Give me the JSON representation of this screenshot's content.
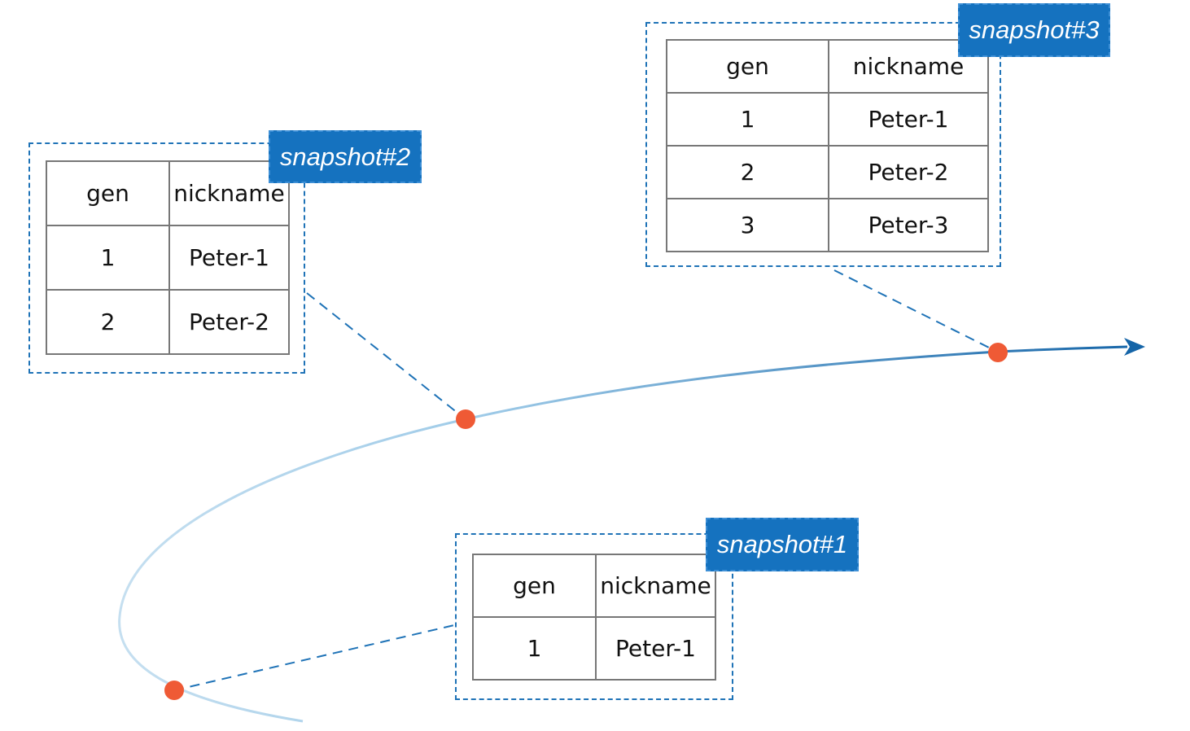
{
  "colors": {
    "curve_start": "#c5dff0",
    "curve_end": "#1565a8",
    "point": "#ef5a35",
    "dash": "#1f73b7",
    "tag": "#1572bf"
  },
  "icons": {
    "arrow": "arrow-head-icon",
    "point": "timeline-point-icon"
  },
  "snapshots": [
    {
      "label": "snapshot#1",
      "headers": [
        "gen",
        "nickname"
      ],
      "rows": [
        [
          "1",
          "Peter-1"
        ]
      ]
    },
    {
      "label": "snapshot#2",
      "headers": [
        "gen",
        "nickname"
      ],
      "rows": [
        [
          "1",
          "Peter-1"
        ],
        [
          "2",
          "Peter-2"
        ]
      ]
    },
    {
      "label": "snapshot#3",
      "headers": [
        "gen",
        "nickname"
      ],
      "rows": [
        [
          "1",
          "Peter-1"
        ],
        [
          "2",
          "Peter-2"
        ],
        [
          "3",
          "Peter-3"
        ]
      ]
    }
  ]
}
